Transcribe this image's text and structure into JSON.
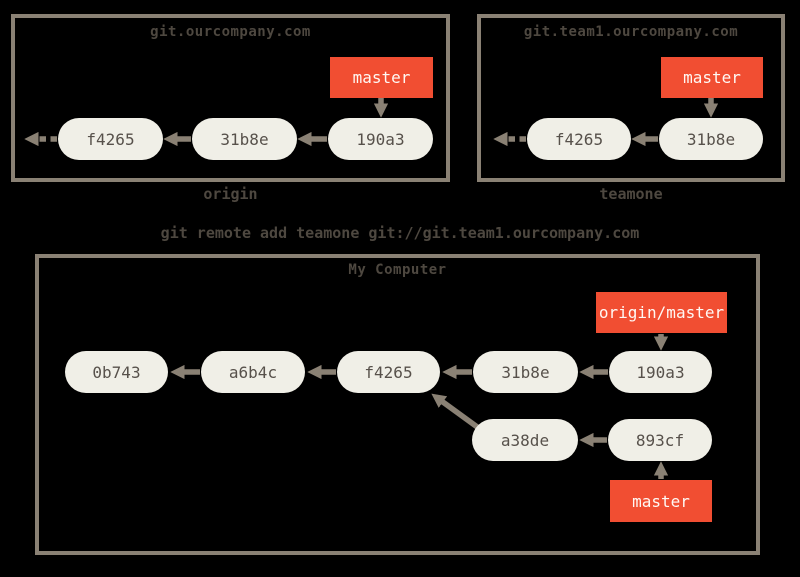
{
  "command": "git remote add teamone git://git.team1.ourcompany.com",
  "remotes": [
    {
      "title": "git.ourcompany.com",
      "label": "origin",
      "branch": "master",
      "commits": [
        "f4265",
        "31b8e",
        "190a3"
      ]
    },
    {
      "title": "git.team1.ourcompany.com",
      "label": "teamone",
      "branch": "master",
      "commits": [
        "f4265",
        "31b8e"
      ]
    }
  ],
  "local": {
    "title": "My Computer",
    "remote_branch": "origin/master",
    "branch": "master",
    "main_commits": [
      "0b743",
      "a6b4c",
      "f4265",
      "31b8e",
      "190a3"
    ],
    "topic_commits": [
      "a38de",
      "893cf"
    ]
  },
  "colors": {
    "background": "#000000",
    "branch_red": "#f14e32",
    "node_fill": "#f0efe7",
    "stroke_gray": "#8a8174",
    "dark_text": "#4e4840",
    "node_text": "#57514b",
    "branch_text": "#fff8f4"
  }
}
